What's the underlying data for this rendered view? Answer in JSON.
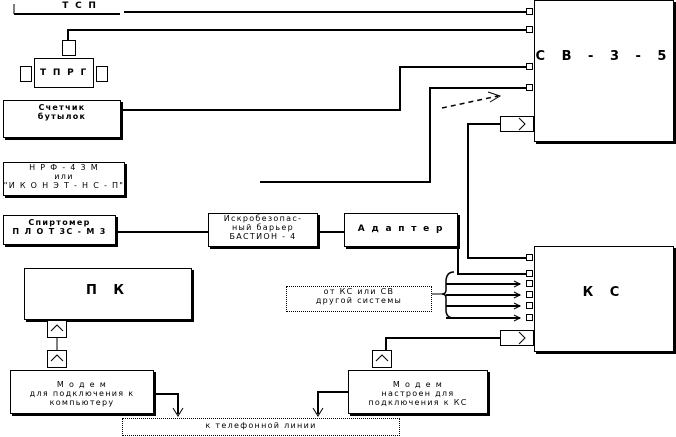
{
  "diagram": {
    "tsp": "Т С П",
    "tprg": "Т П Р Г",
    "counter": "Счетчик\nбутылок",
    "nrf": "Н Р Ф - 4 3 М\nили\n\"И К О Н Э Т - Н С - П\"",
    "spirtomer": "Спиртомер\nП Л О Т 3С - М 3",
    "barrier": "Искробезопас-\nный барьер\nБАСТИОН - 4",
    "adapter": "А д а п т е р",
    "sv": "С В - 3 - 5",
    "ks": "К С",
    "pk": "П К",
    "other_system": "от КС или СВ\nдругой системы",
    "modem_left": "М о д е м\nдля подключения к\nкомпьютеру",
    "modem_right": "М о д е м\nнастроен для\nподключения к КС",
    "phone_line": "к телефонной линии"
  }
}
